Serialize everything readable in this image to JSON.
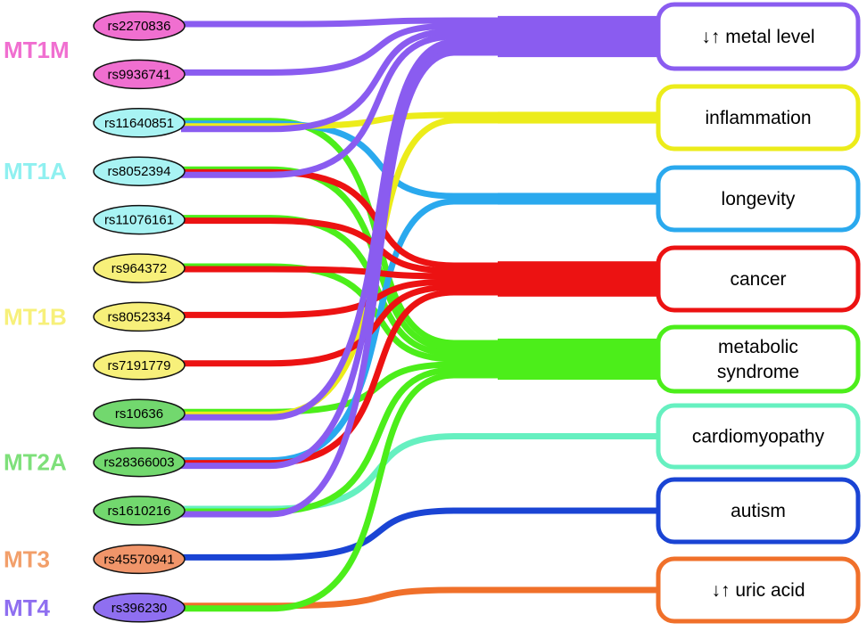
{
  "colors": {
    "MT1M": "#f06fd0",
    "MT1A": "#8ff0f0",
    "MT1B": "#f7f07a",
    "MT2A": "#7ee07a",
    "MT3": "#f29f6a",
    "MT4": "#8f6ff0",
    "snp_fill": {
      "MT1M": "#f06fd0",
      "MT1A": "#a8f3f3",
      "MT1B": "#f7f07a",
      "MT2A": "#72d86e",
      "MT3": "#f0956a",
      "MT4": "#8f6ff0"
    },
    "outcome": {
      "metal": "#8a5cf0",
      "inflammation": "#ecec1a",
      "longevity": "#2aa9ee",
      "cancer": "#ec1212",
      "metabolic": "#4cee1a",
      "cardiomyopathy": "#66f0c0",
      "autism": "#1a44d4",
      "uric": "#f0702a"
    }
  },
  "genes": [
    {
      "id": "MT1M",
      "label": "MT1M"
    },
    {
      "id": "MT1A",
      "label": "MT1A"
    },
    {
      "id": "MT1B",
      "label": "MT1B"
    },
    {
      "id": "MT2A",
      "label": "MT2A"
    },
    {
      "id": "MT3",
      "label": "MT3"
    },
    {
      "id": "MT4",
      "label": "MT4"
    }
  ],
  "snps": [
    {
      "id": "rs2270836",
      "label": "rs2270836",
      "gene": "MT1M"
    },
    {
      "id": "rs9936741",
      "label": "rs9936741",
      "gene": "MT1M"
    },
    {
      "id": "rs11640851",
      "label": "rs11640851",
      "gene": "MT1A"
    },
    {
      "id": "rs8052394",
      "label": "rs8052394",
      "gene": "MT1A"
    },
    {
      "id": "rs11076161",
      "label": "rs11076161",
      "gene": "MT1A"
    },
    {
      "id": "rs964372",
      "label": "rs964372",
      "gene": "MT1B"
    },
    {
      "id": "rs8052334",
      "label": "rs8052334",
      "gene": "MT1B"
    },
    {
      "id": "rs7191779",
      "label": "rs7191779",
      "gene": "MT1B"
    },
    {
      "id": "rs10636",
      "label": "rs10636",
      "gene": "MT2A"
    },
    {
      "id": "rs28366003",
      "label": "rs28366003",
      "gene": "MT2A"
    },
    {
      "id": "rs1610216",
      "label": "rs1610216",
      "gene": "MT2A"
    },
    {
      "id": "rs45570941",
      "label": "rs45570941",
      "gene": "MT3"
    },
    {
      "id": "rs396230",
      "label": "rs396230",
      "gene": "MT4"
    }
  ],
  "outcomes": [
    {
      "id": "metal",
      "lines": [
        "↓↑ metal level"
      ]
    },
    {
      "id": "inflammation",
      "lines": [
        "inflammation"
      ]
    },
    {
      "id": "longevity",
      "lines": [
        "longevity"
      ]
    },
    {
      "id": "cancer",
      "lines": [
        "cancer"
      ]
    },
    {
      "id": "metabolic",
      "lines": [
        "metabolic",
        "syndrome"
      ]
    },
    {
      "id": "cardiomyopathy",
      "lines": [
        "cardiomyopathy"
      ]
    },
    {
      "id": "autism",
      "lines": [
        "autism"
      ]
    },
    {
      "id": "uric",
      "lines": [
        "↓↑ uric acid"
      ]
    }
  ],
  "links": [
    {
      "snp": "rs2270836",
      "outcome": "metal"
    },
    {
      "snp": "rs9936741",
      "outcome": "metal"
    },
    {
      "snp": "rs11640851",
      "outcome": "metal"
    },
    {
      "snp": "rs11640851",
      "outcome": "inflammation"
    },
    {
      "snp": "rs11640851",
      "outcome": "longevity"
    },
    {
      "snp": "rs11640851",
      "outcome": "metabolic"
    },
    {
      "snp": "rs8052394",
      "outcome": "metal"
    },
    {
      "snp": "rs8052394",
      "outcome": "cancer"
    },
    {
      "snp": "rs8052394",
      "outcome": "metabolic"
    },
    {
      "snp": "rs11076161",
      "outcome": "cancer"
    },
    {
      "snp": "rs11076161",
      "outcome": "metabolic"
    },
    {
      "snp": "rs964372",
      "outcome": "cancer"
    },
    {
      "snp": "rs964372",
      "outcome": "metabolic"
    },
    {
      "snp": "rs8052334",
      "outcome": "cancer"
    },
    {
      "snp": "rs7191779",
      "outcome": "cancer"
    },
    {
      "snp": "rs10636",
      "outcome": "metal"
    },
    {
      "snp": "rs10636",
      "outcome": "inflammation"
    },
    {
      "snp": "rs10636",
      "outcome": "metabolic"
    },
    {
      "snp": "rs28366003",
      "outcome": "cancer"
    },
    {
      "snp": "rs28366003",
      "outcome": "metal"
    },
    {
      "snp": "rs28366003",
      "outcome": "longevity"
    },
    {
      "snp": "rs1610216",
      "outcome": "metal"
    },
    {
      "snp": "rs1610216",
      "outcome": "metabolic"
    },
    {
      "snp": "rs1610216",
      "outcome": "cardiomyopathy"
    },
    {
      "snp": "rs45570941",
      "outcome": "autism"
    },
    {
      "snp": "rs396230",
      "outcome": "metabolic"
    },
    {
      "snp": "rs396230",
      "outcome": "uric"
    }
  ]
}
